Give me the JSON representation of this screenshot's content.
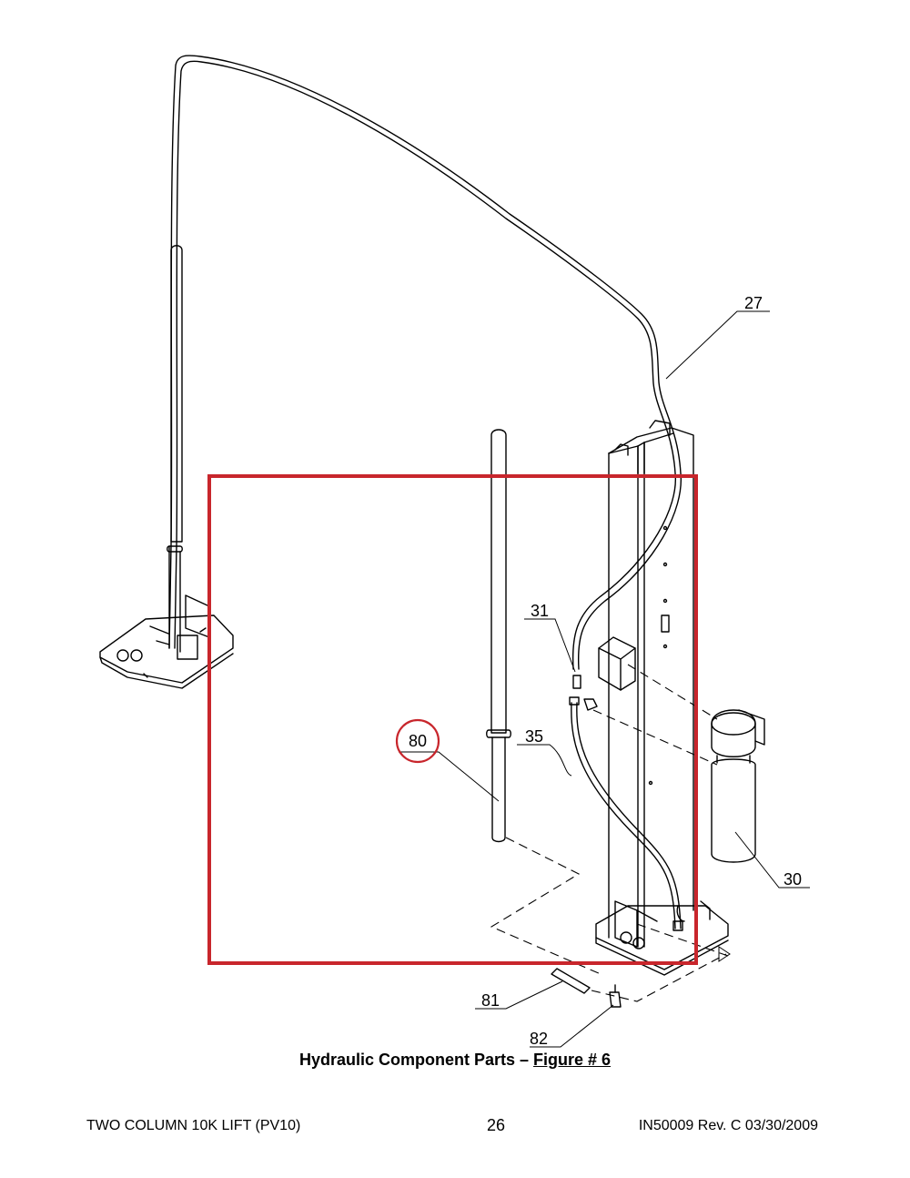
{
  "figure": {
    "caption_main": "Hydraulic Component Parts – ",
    "caption_link": "Figure # 6",
    "callouts": {
      "c27": "27",
      "c31": "31",
      "c80": "80",
      "c35": "35",
      "c30": "30",
      "c81": "81",
      "c82": "82"
    },
    "highlight_color": "#c8262c"
  },
  "footer": {
    "left": "TWO COLUMN 10K LIFT (PV10)",
    "page_number": "26",
    "right": "IN50009 Rev. C 03/30/2009"
  }
}
